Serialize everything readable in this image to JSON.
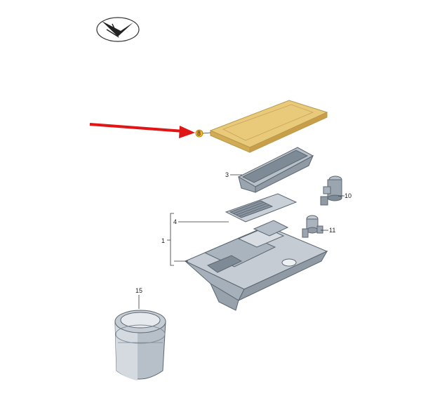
{
  "diagram": {
    "callouts": {
      "part_8": "8",
      "part_3": "3",
      "part_4": "4",
      "part_1": "1",
      "part_10": "10",
      "part_11": "11",
      "part_15": "15"
    },
    "colors": {
      "highlight_part": "#e9c97a",
      "highlight_outline": "#b89a4a",
      "arrow": "#e01515",
      "part_fill": "#c5ccd4",
      "part_shadow": "#8f9aa5"
    },
    "icons": [
      "logo-icon",
      "red-pointer-arrow-icon"
    ]
  }
}
